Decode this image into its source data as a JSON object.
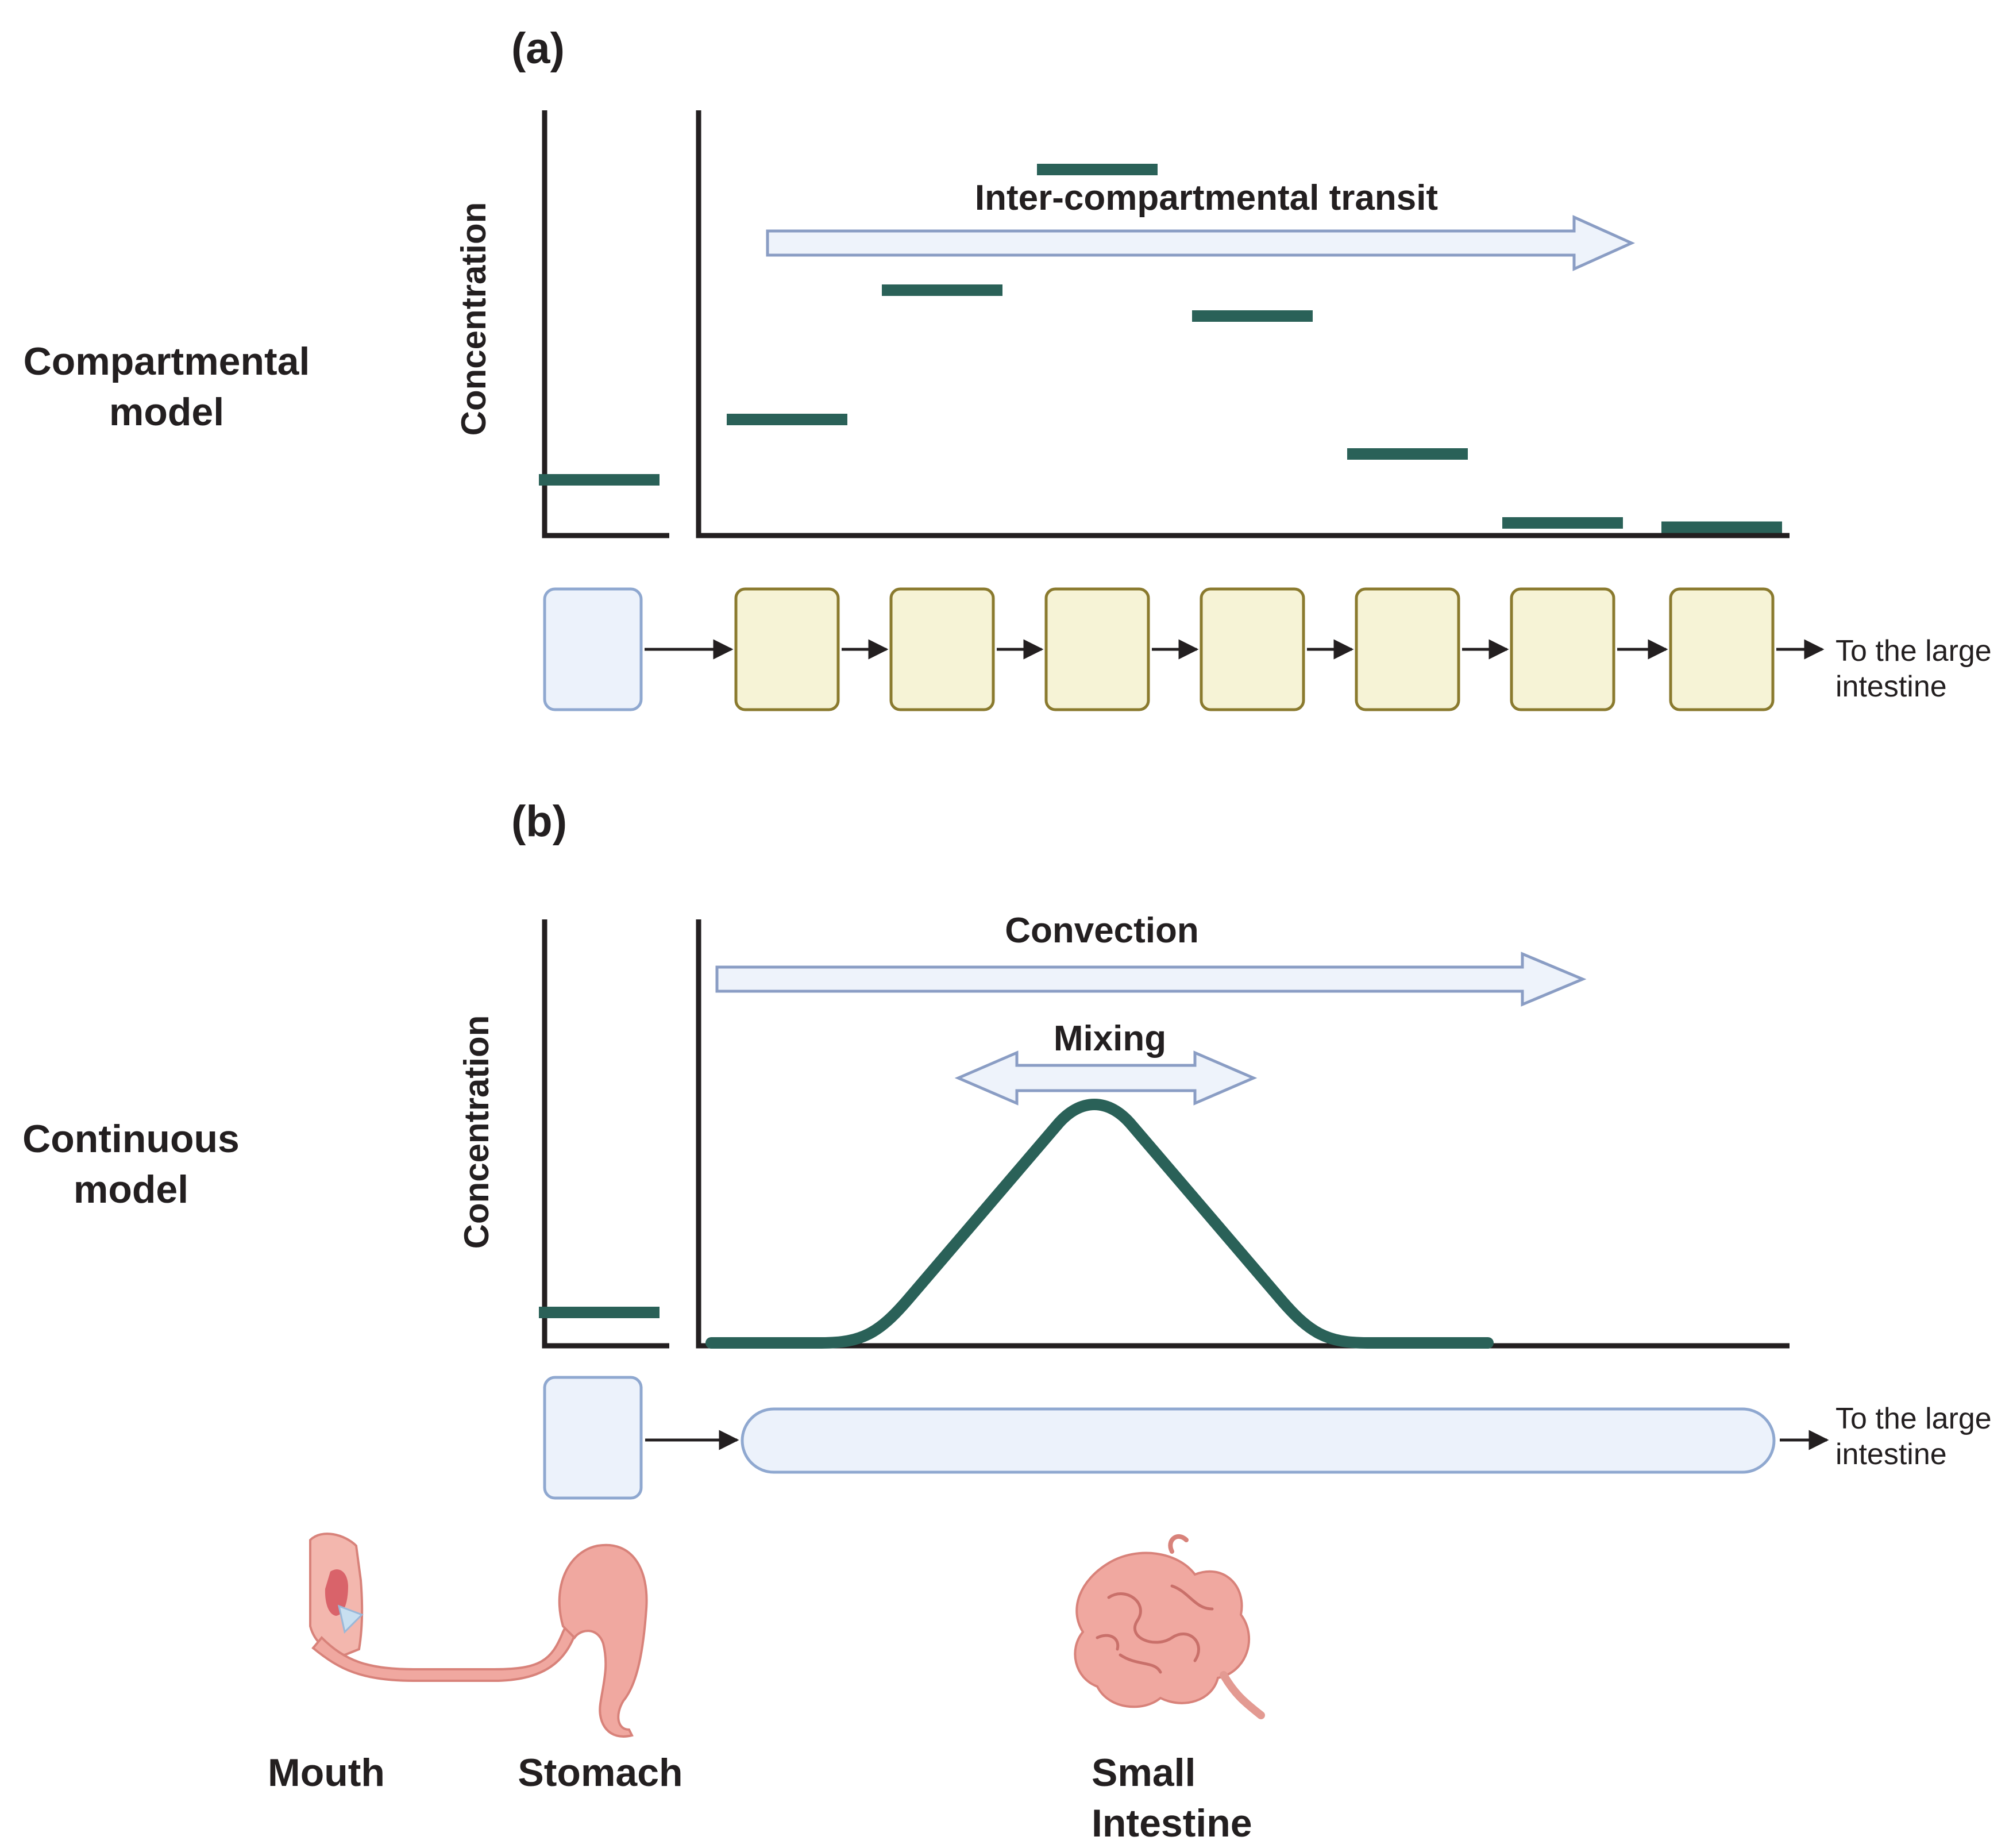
{
  "panel_a": {
    "label": "(a)",
    "row_label": [
      "Compartmental",
      "model"
    ],
    "y_axis_label": "Concentration",
    "arrow_label": "Inter-compartmental transit",
    "exit_label": [
      "To the large",
      "intestine"
    ],
    "stomach_level": 0.06,
    "compartment_levels": [
      0.13,
      0.28,
      0.42,
      0.25,
      0.09,
      0.01,
      0.005
    ]
  },
  "panel_b": {
    "label": "(b)",
    "row_label": [
      "Continuous",
      "model"
    ],
    "y_axis_label": "Concentration",
    "convection_label": "Convection",
    "mixing_label": "Mixing",
    "exit_label": [
      "To the large",
      "intestine"
    ]
  },
  "organs": {
    "mouth": "Mouth",
    "stomach": "Stomach",
    "small_intestine": [
      "Small",
      "Intestine"
    ]
  },
  "colors": {
    "curve": "#2a6158",
    "axis": "#231f20",
    "arrow_fill": "#eef3fb",
    "arrow_stroke": "#8a9dc4",
    "stomach_box_fill": "#ecf2fb",
    "stomach_box_stroke": "#8fa8d0",
    "compartment_fill": "#f6f3d6",
    "compartment_stroke": "#8a7a2e",
    "organ_fill": "#f0a8a0",
    "organ_stroke": "#d8827a"
  }
}
